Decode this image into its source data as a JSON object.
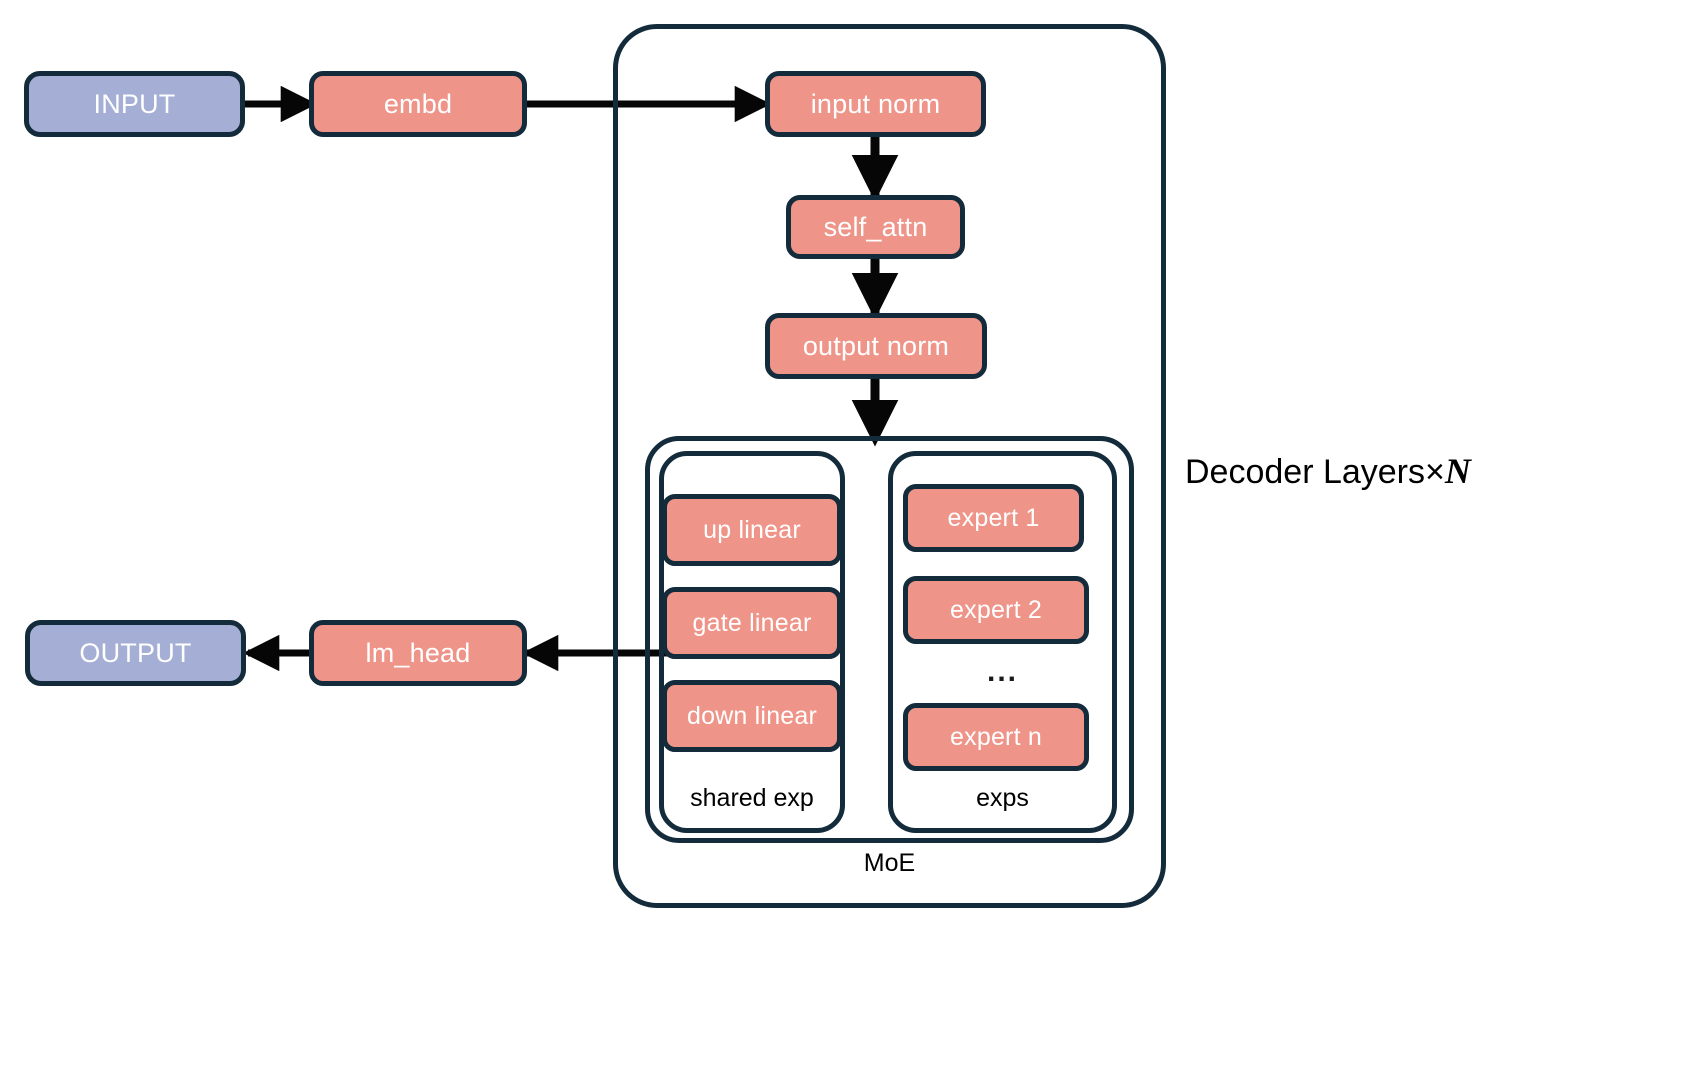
{
  "diagram": {
    "title_label": "Decoder Layers×",
    "title_var": "N",
    "colors": {
      "stroke": "#132b3a",
      "io_fill": "#a5aed4",
      "op_fill": "#ee9489",
      "text_on_fill": "#ffffff",
      "background": "#ffffff",
      "label_text": "#000000"
    },
    "nodes": {
      "input": "INPUT",
      "embd": "embd",
      "input_norm": "input norm",
      "self_attn": "self_attn",
      "output_norm": "output norm",
      "lm_head": "lm_head",
      "output": "OUTPUT"
    },
    "moe": {
      "caption": "MoE",
      "shared_expert": {
        "caption": "shared exp",
        "items": [
          "up linear",
          "gate linear",
          "down linear"
        ]
      },
      "experts": {
        "caption": "exps",
        "items": [
          "expert 1",
          "expert 2",
          "expert n"
        ],
        "ellipsis": "..."
      }
    }
  }
}
